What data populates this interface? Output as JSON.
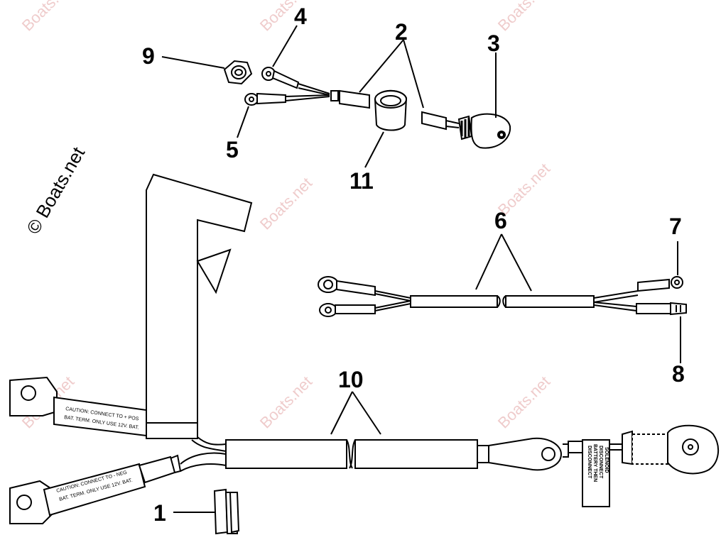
{
  "callouts": {
    "c1": "1",
    "c2": "2",
    "c3": "3",
    "c4": "4",
    "c5": "5",
    "c6": "6",
    "c7": "7",
    "c8": "8",
    "c9": "9",
    "c10": "10",
    "c11": "11"
  },
  "watermark": {
    "text": "Boats.net",
    "large": "© Boats.net"
  },
  "labels": {
    "pos_l1": "CAUTION: CONNECT TO + POS",
    "pos_l2": "BAT. TERM. ONLY USE 12V. BAT.",
    "neg_l1": "CAUTION: CONNECT TO - NEG",
    "neg_l2": "BAT. TERM. ONLY USE 12V. BAT.",
    "tag_l1": "DISCONNECT",
    "tag_l2": "BATTERY THEN",
    "tag_l3": "DISCONNECT",
    "tag_l4": "SOLENOID"
  }
}
